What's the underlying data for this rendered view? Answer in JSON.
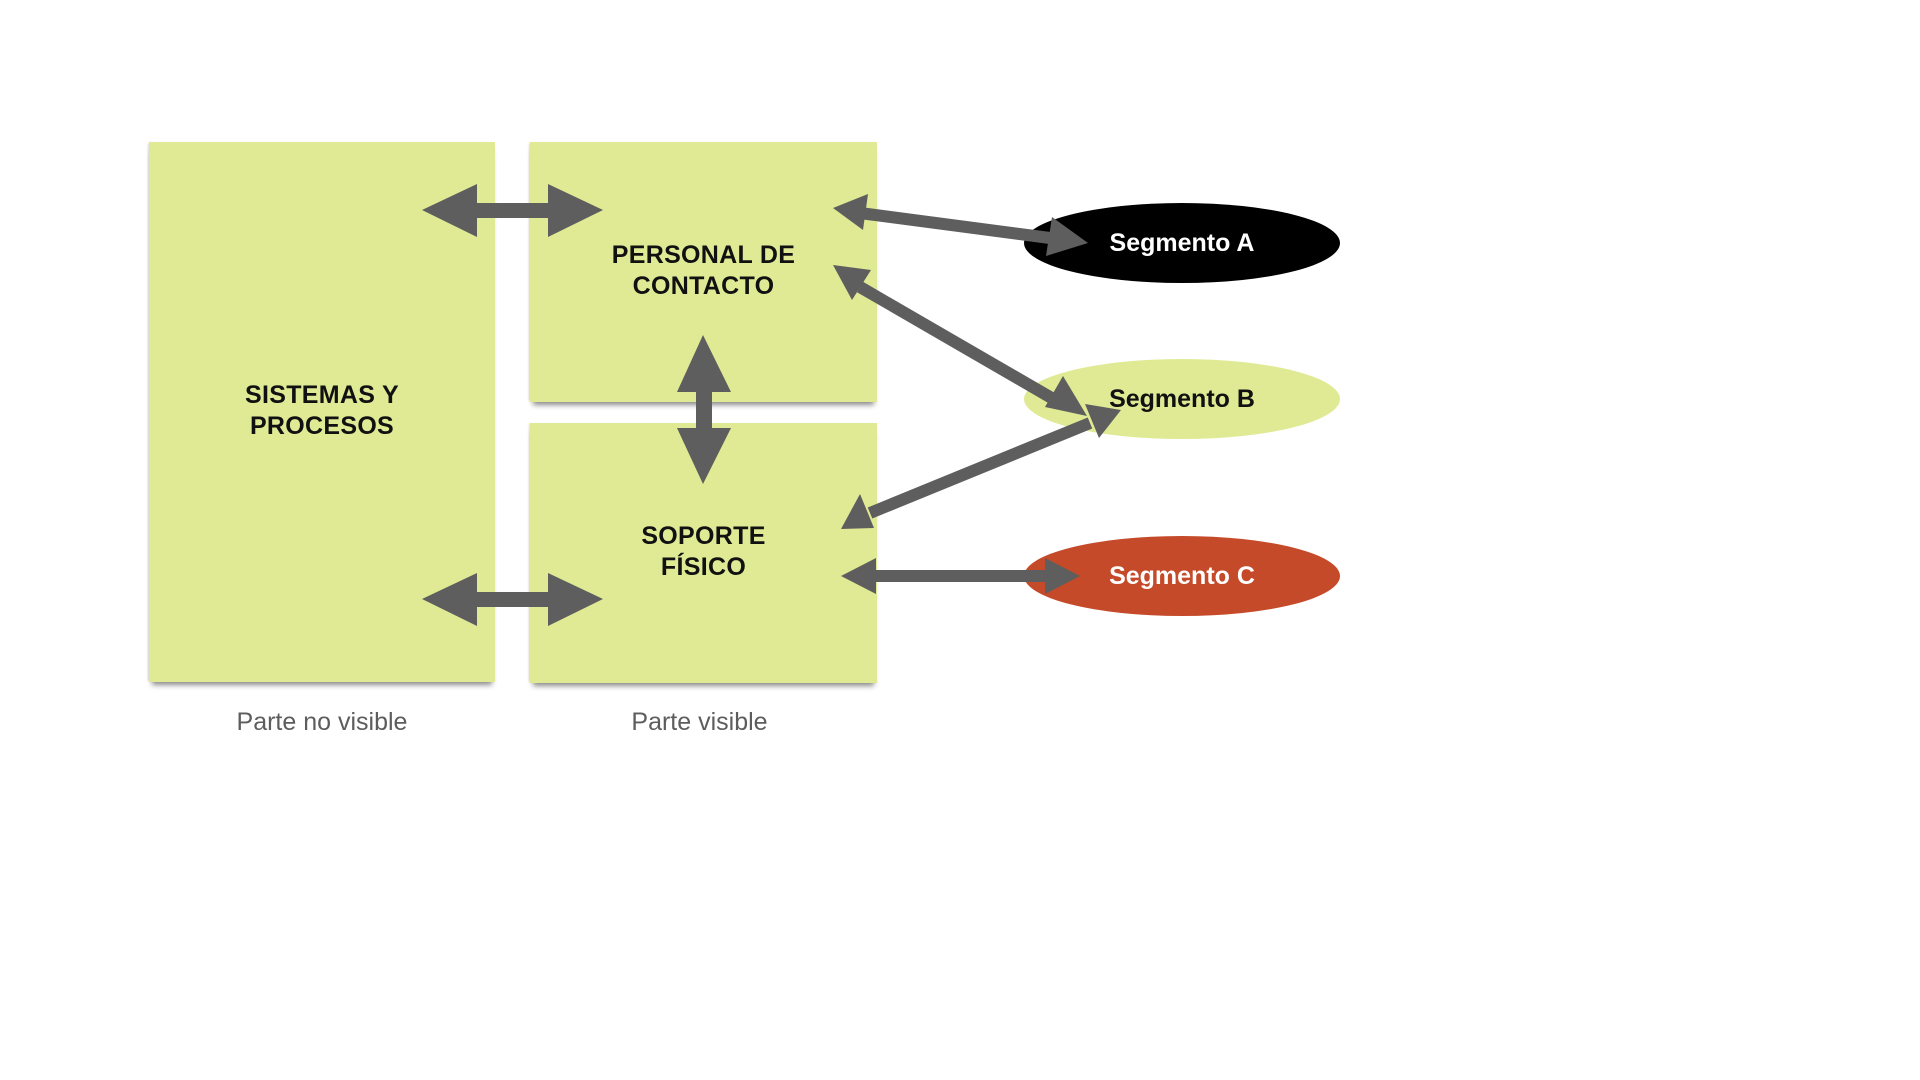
{
  "boxes": {
    "systems": "SISTEMAS Y PROCESOS",
    "systems_lines": [
      "SISTEMAS Y",
      "PROCESOS"
    ],
    "contact_lines": [
      "PERSONAL DE",
      "CONTACTO"
    ],
    "physical_lines": [
      "SOPORTE",
      "FÍSICO"
    ]
  },
  "captions": {
    "not_visible": "Parte no visible",
    "visible": "Parte visible"
  },
  "segments": [
    {
      "label": "Segmento A",
      "fill": "#000000",
      "text_color": "#ffffff"
    },
    {
      "label": "Segmento B",
      "fill": "#e0ea94",
      "text_color": "#111111"
    },
    {
      "label": "Segmento C",
      "fill": "#c44a2a",
      "text_color": "#ffffff"
    }
  ],
  "colors": {
    "box_fill": "#e0ea94",
    "arrow": "#5e5e5e"
  }
}
